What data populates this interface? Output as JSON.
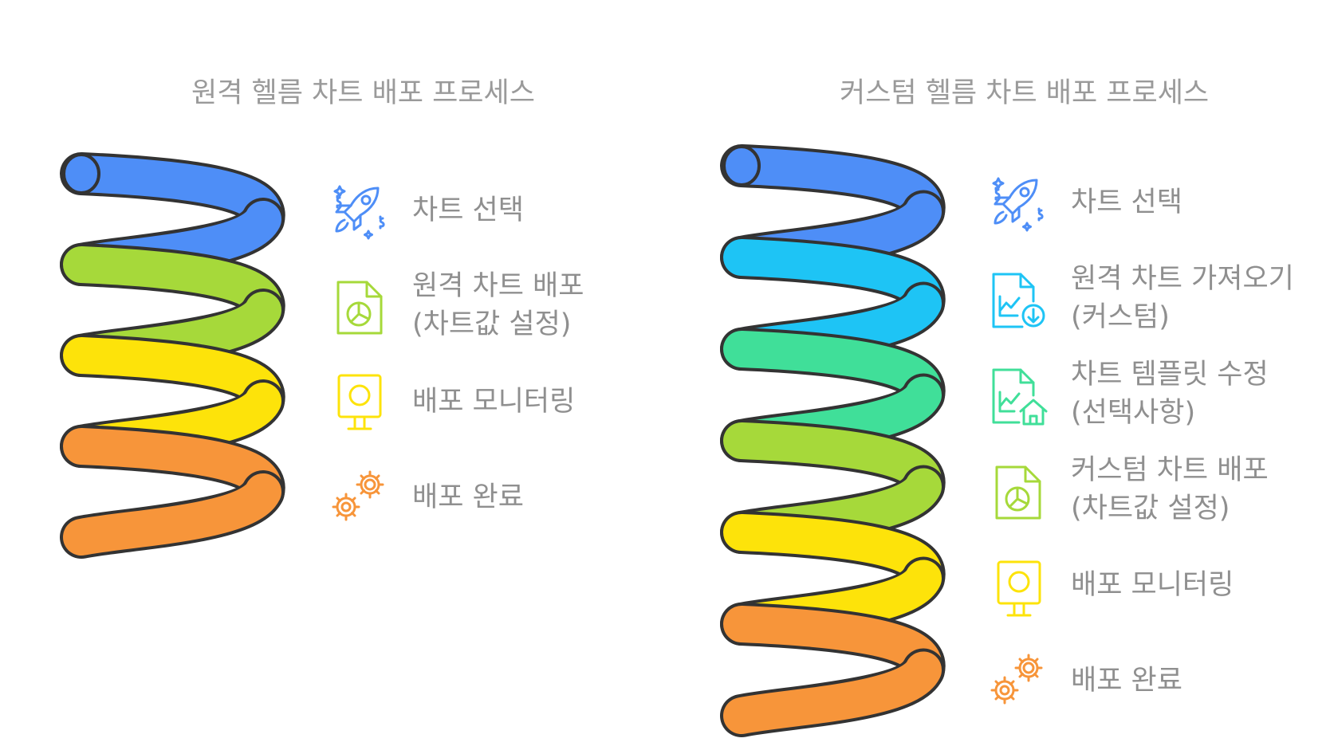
{
  "diagrams": [
    {
      "title": "원격 헬름 차트 배포 프로세스",
      "steps": [
        {
          "lines": [
            "차트 선택"
          ],
          "icon": "rocket-icon",
          "color": "#4e8ef7"
        },
        {
          "lines": [
            "원격 차트 배포",
            "(차트값 설정)"
          ],
          "icon": "chart-document-icon",
          "color": "#a6d93a"
        },
        {
          "lines": [
            "배포 모니터링"
          ],
          "icon": "monitor-icon",
          "color": "#fde30a"
        },
        {
          "lines": [
            "배포 완료"
          ],
          "icon": "gears-icon",
          "color": "#f7953a"
        }
      ]
    },
    {
      "title": "커스텀 헬름 차트 배포 프로세스",
      "steps": [
        {
          "lines": [
            "차트 선택"
          ],
          "icon": "rocket-icon",
          "color": "#4e8ef7"
        },
        {
          "lines": [
            "원격 차트 가져오기",
            "(커스텀)"
          ],
          "icon": "chart-download-icon",
          "color": "#1ec4f5"
        },
        {
          "lines": [
            "차트 템플릿 수정",
            "(선택사항)"
          ],
          "icon": "chart-home-icon",
          "color": "#40df99"
        },
        {
          "lines": [
            "커스텀 차트 배포",
            "(차트값 설정)"
          ],
          "icon": "chart-document-icon",
          "color": "#a6d93a"
        },
        {
          "lines": [
            "배포 모니터링"
          ],
          "icon": "monitor-icon",
          "color": "#fde30a"
        },
        {
          "lines": [
            "배포 완료"
          ],
          "icon": "gears-icon",
          "color": "#f7953a"
        }
      ]
    }
  ]
}
